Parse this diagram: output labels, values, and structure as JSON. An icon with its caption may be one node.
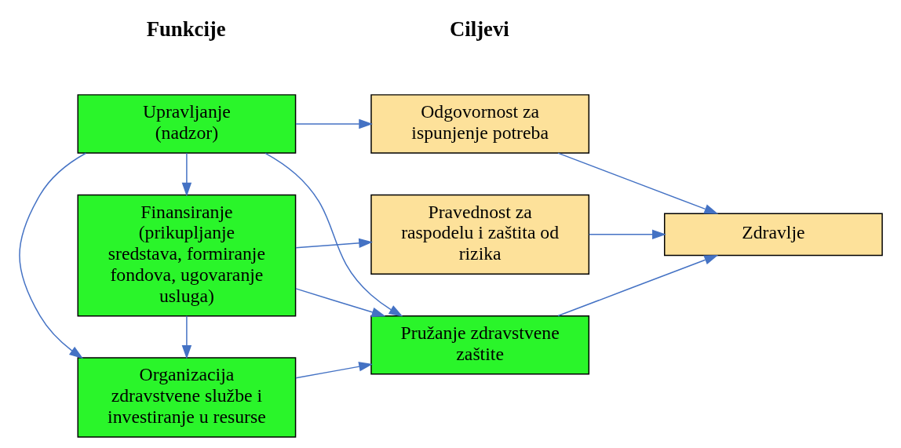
{
  "diagram": {
    "nodes": [
      {
        "text": [
          "Upravljanje (nadzor)"
        ]
      },
      {
        "text": [
          "Organizacija zdravstvene službe i investiranje u resurse"
        ]
      },
      {
        "text": [
          "Pružanje zdravstvene zaštite"
        ]
      },
      {
        "text": [
          "Finansiranje (prikupljanje sredstava, formiranje fondova, ugovaranje usluga)"
        ]
      },
      {
        "text": [
          "Odgovornost za ispunjenje potreba"
        ]
      },
      {
        "text": [
          "Zdravlje"
        ]
      },
      {
        "text": [
          "Pravednost za raspodelu i zaštita od rizika"
        ]
      }
    ],
    "edges": [
      {
        "from": 0,
        "to": 4,
        "arrow": "to"
      },
      {
        "from": 0,
        "to": 1,
        "arrow": "to"
      },
      {
        "from": 0,
        "to": 2,
        "arrow": "to"
      },
      {
        "from": 0,
        "to": 3,
        "arrow": "to"
      },
      {
        "from": 1,
        "to": 2,
        "arrow": "to"
      },
      {
        "from": 3,
        "to": 1,
        "arrow": "to"
      },
      {
        "from": 3,
        "to": 2,
        "arrow": "to"
      },
      {
        "from": 3,
        "to": 6,
        "arrow": "to"
      },
      {
        "from": 4,
        "to": 5,
        "arrow": "to"
      },
      {
        "from": 2,
        "to": 5,
        "arrow": "to"
      },
      {
        "from": 6,
        "to": 5,
        "arrow": "to"
      }
    ],
    "labels": [
      "Funkcije",
      "Ciljevi"
    ]
  }
}
